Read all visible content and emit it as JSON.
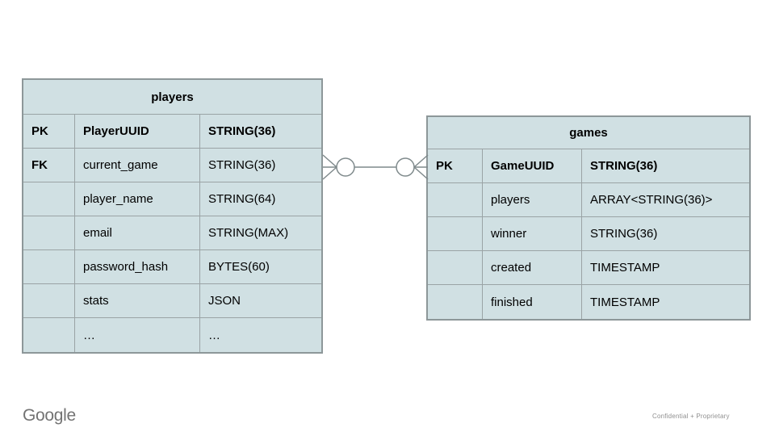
{
  "slide": {
    "footer": {
      "brand": "Google",
      "confidential": "Confidential + Proprietary"
    },
    "colors": {
      "table_fill": "#d0e0e3",
      "table_border_outer": "#8d9799",
      "table_border_inner": "#9aa3a5",
      "connector": "#7f8a8c",
      "text": "#000000",
      "footer_text": "#737373"
    }
  },
  "tables": {
    "players": {
      "title": "players",
      "rows": [
        {
          "key": "PK",
          "name": "PlayerUUID",
          "type": "STRING(36)"
        },
        {
          "key": "FK",
          "name": "current_game",
          "type": "STRING(36)"
        },
        {
          "key": "",
          "name": "player_name",
          "type": "STRING(64)"
        },
        {
          "key": "",
          "name": "email",
          "type": "STRING(MAX)"
        },
        {
          "key": "",
          "name": "password_hash",
          "type": "BYTES(60)"
        },
        {
          "key": "",
          "name": "stats",
          "type": "JSON"
        },
        {
          "key": "",
          "name": "…",
          "type": "…"
        }
      ]
    },
    "games": {
      "title": "games",
      "rows": [
        {
          "key": "PK",
          "name": "GameUUID",
          "type": "STRING(36)"
        },
        {
          "key": "",
          "name": "players",
          "type": "ARRAY<STRING(36)>"
        },
        {
          "key": "",
          "name": "winner",
          "type": "STRING(36)"
        },
        {
          "key": "",
          "name": "created",
          "type": "TIMESTAMP"
        },
        {
          "key": "",
          "name": "finished",
          "type": "TIMESTAMP"
        }
      ]
    }
  },
  "relationship": {
    "cardinality": "zero-or-many to zero-or-many"
  }
}
